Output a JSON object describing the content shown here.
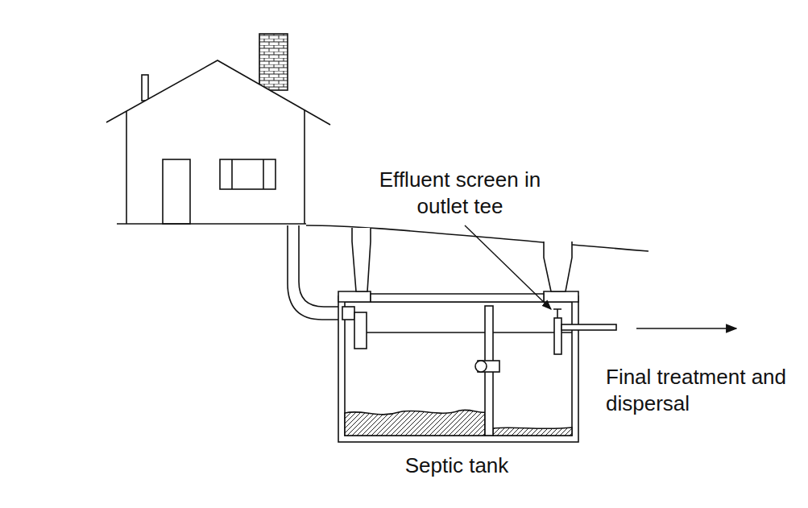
{
  "diagram": {
    "labels": [
      "Effluent screen in outlet tee",
      "Final treatment and dispersal",
      "Septic tank"
    ]
  }
}
